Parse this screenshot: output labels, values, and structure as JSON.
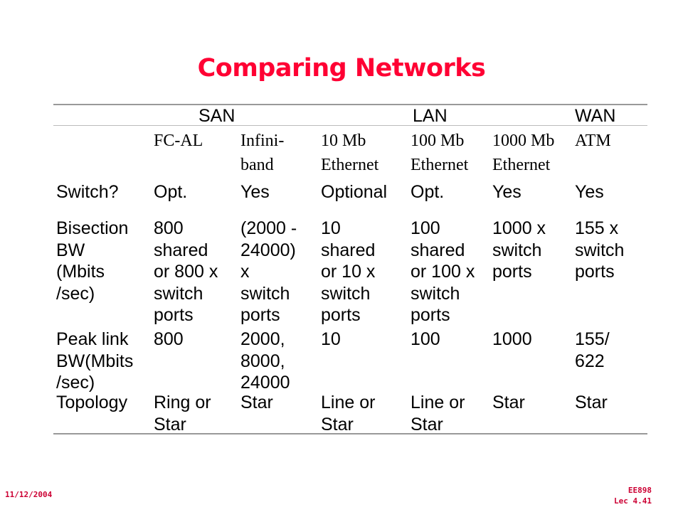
{
  "title": "Comparing Networks",
  "groups": [
    {
      "label": "SAN"
    },
    {
      "label": "LAN"
    },
    {
      "label": "WAN"
    }
  ],
  "subheaders": [
    {
      "line1": "FC-AL",
      "line2": ""
    },
    {
      "line1": "Infini-",
      "line2": "band"
    },
    {
      "line1": "10 Mb",
      "line2": "Ethernet"
    },
    {
      "line1": "100 Mb",
      "line2": "Ethernet"
    },
    {
      "line1": "1000 Mb",
      "line2": "Ethernet"
    },
    {
      "line1": "ATM",
      "line2": ""
    }
  ],
  "rows": [
    {
      "label": [
        "Switch?"
      ],
      "cells": [
        [
          "Opt."
        ],
        [
          "Yes"
        ],
        [
          "Optional"
        ],
        [
          "Opt."
        ],
        [
          "Yes"
        ],
        [
          "Yes"
        ]
      ]
    },
    {
      "label": [
        "Bisection",
        "BW",
        "(Mbits",
        "/sec)"
      ],
      "cells": [
        [
          "800",
          "shared",
          "or 800 x",
          "switch",
          "ports"
        ],
        [
          "(2000 -",
          "24000)",
          "x",
          "switch",
          "ports"
        ],
        [
          "10",
          "shared",
          "or 10 x",
          "switch",
          "ports"
        ],
        [
          "100",
          "shared",
          "or 100 x",
          "switch",
          "ports"
        ],
        [
          "1000 x",
          "switch",
          "ports"
        ],
        [
          "155 x",
          "switch",
          "ports"
        ]
      ]
    },
    {
      "label": [
        "Peak link",
        "BW(Mbits",
        "/sec)"
      ],
      "cells": [
        [
          "800"
        ],
        [
          "2000,",
          "8000,",
          "24000"
        ],
        [
          "10"
        ],
        [
          "100"
        ],
        [
          "1000"
        ],
        [
          "155/",
          "622"
        ]
      ]
    },
    {
      "label": [
        "Topology"
      ],
      "cells": [
        [
          "Ring or",
          "Star"
        ],
        [
          "Star"
        ],
        [
          "Line or",
          "Star"
        ],
        [
          "Line or",
          "Star"
        ],
        [
          "Star"
        ],
        [
          "Star"
        ]
      ]
    }
  ],
  "footer": {
    "date": "11/12/2004",
    "course": "EE898",
    "lecture": "Lec 4.41"
  }
}
